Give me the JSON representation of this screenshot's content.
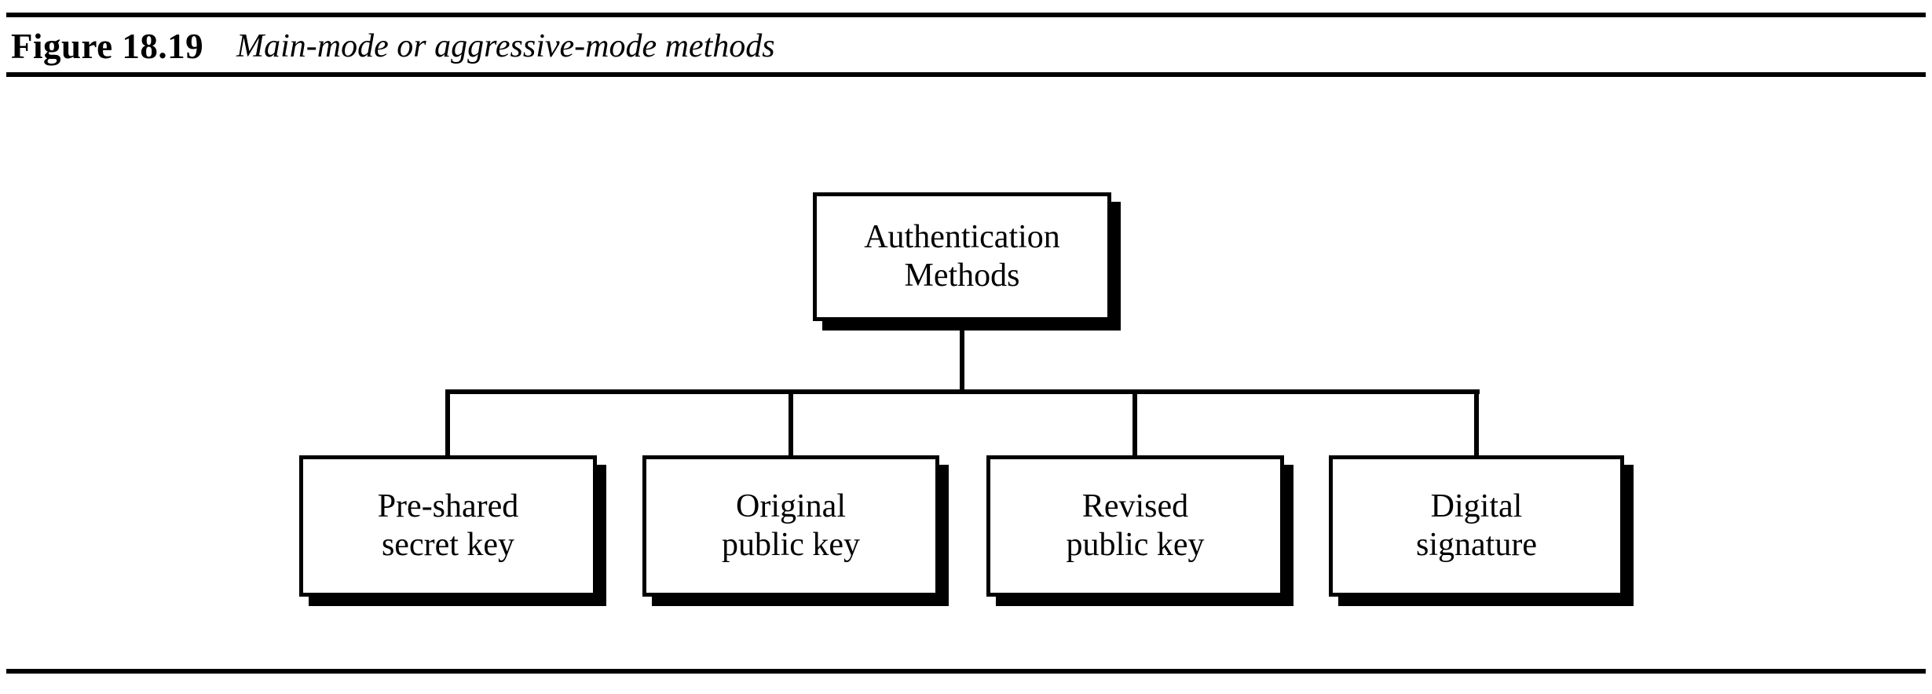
{
  "figure": {
    "label": "Figure 18.19",
    "title": "Main-mode or aggressive-mode methods"
  },
  "diagram": {
    "type": "tree",
    "root": {
      "line1": "Authentication",
      "line2": "Methods"
    },
    "children": [
      {
        "line1": "Pre-shared",
        "line2": "secret key"
      },
      {
        "line1": "Original",
        "line2": "public key"
      },
      {
        "line1": "Revised",
        "line2": "public key"
      },
      {
        "line1": "Digital",
        "line2": "signature"
      }
    ]
  },
  "style": {
    "ink": "#000000",
    "paper": "#ffffff"
  }
}
